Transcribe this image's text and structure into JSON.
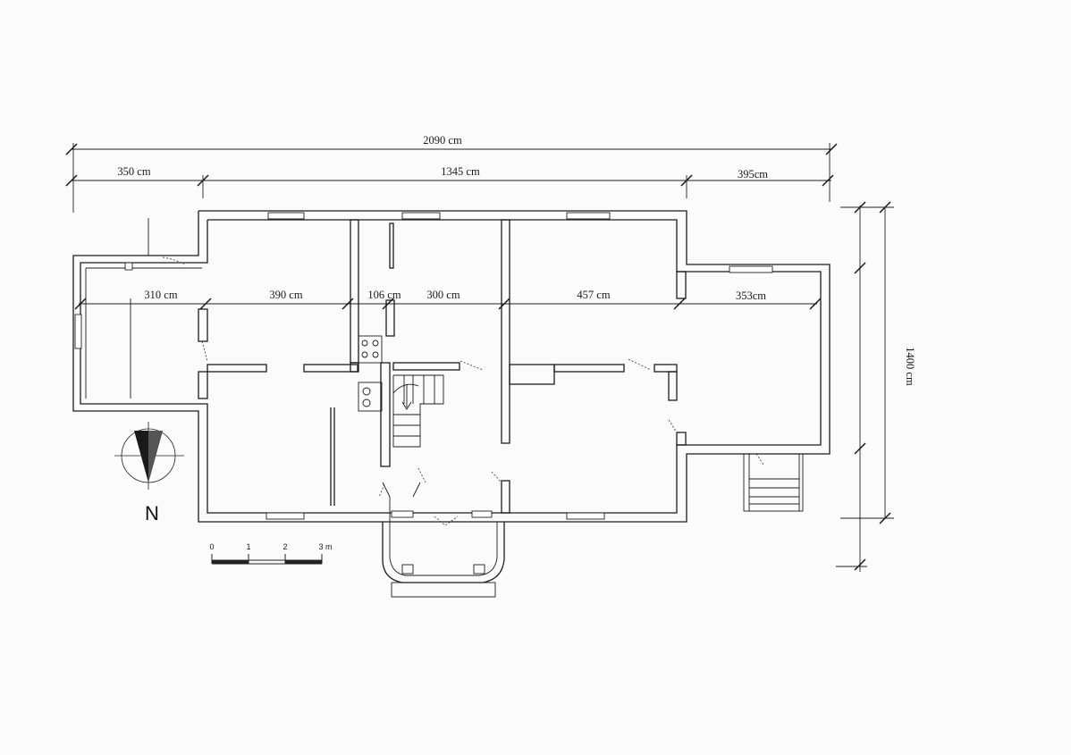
{
  "dimensions": {
    "overall_width": "2090 cm",
    "segment_left": "350 cm",
    "segment_middle": "1345 cm",
    "segment_right": "395cm",
    "overall_depth": "1400 cm"
  },
  "rooms": {
    "west_porch": "310 cm",
    "room_1": "390 cm",
    "hall": "106 cm",
    "room_2": "300 cm",
    "room_3": "457 cm",
    "east_wing": "353cm"
  },
  "compass": {
    "label": "N"
  },
  "scale_bar": {
    "labels": [
      "0",
      "1",
      "2",
      "3 m"
    ]
  }
}
